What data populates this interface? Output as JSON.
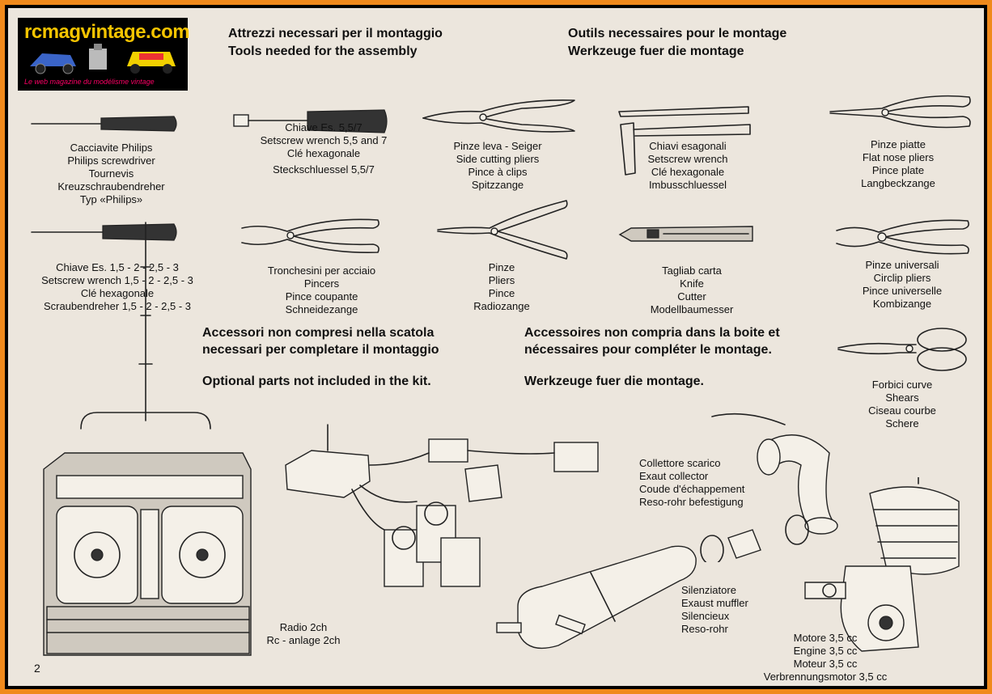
{
  "logo": {
    "site": "rcmagvintage.com",
    "tagline": "Le web magazine du modélisme vintage"
  },
  "headings": {
    "tools_it": "Attrezzi necessari per il montaggio",
    "tools_en": "Tools needed for the assembly",
    "tools_fr": "Outils necessaires pour le montage",
    "tools_de": "Werkzeuge fuer die montage",
    "acc_it_1": "Accessori non compresi nella scatola",
    "acc_it_2": "necessari per completare il montaggio",
    "acc_en": "Optional parts not included in the kit.",
    "acc_fr_1": "Accessoires non compria dans la boite et",
    "acc_fr_2": "nécessaires pour compléter le montage.",
    "acc_de": "Werkzeuge fuer die montage."
  },
  "tools": {
    "phillips": [
      "Cacciavite Philips",
      "Philips screwdriver",
      "Tournevis",
      "Kreuzschraubendreher",
      "Typ «Philips»"
    ],
    "setscrew_55": [
      "Chiave Es. 5,5/7",
      "Setscrew wrench 5,5 and 7",
      "Clé hexagonale",
      "Steckschluessel 5,5/7"
    ],
    "side_cutting": [
      "Pinze leva - Seiger",
      "Side cutting pliers",
      "Pince à clips",
      "Spitzzange"
    ],
    "hex_keys": [
      "Chiavi esagonali",
      "Setscrew wrench",
      "Clé hexagonale",
      "Imbusschluessel"
    ],
    "flat_nose": [
      "Pinze piatte",
      "Flat nose pliers",
      "Pince plate",
      "Langbeckzange"
    ],
    "setscrew_15": [
      "Chiave Es. 1,5 - 2 - 2,5 - 3",
      "Setscrew wrench 1,5 - 2 - 2,5 - 3",
      "Clé hexagonale",
      "Scraubendreher 1,5 - 2 - 2,5 - 3"
    ],
    "pincers": [
      "Tronchesini per acciaio",
      "Pincers",
      "Pince coupante",
      "Schneidezange"
    ],
    "pliers": [
      "Pinze",
      "Pliers",
      "Pince",
      "Radiozange"
    ],
    "knife": [
      "Tagliab carta",
      "Knife",
      "Cutter",
      "Modellbaumesser"
    ],
    "universal": [
      "Pinze universali",
      "Circlip pliers",
      "Pince universelle",
      "Kombizange"
    ],
    "shears": [
      "Forbici curve",
      "Shears",
      "Ciseau courbe",
      "Schere"
    ]
  },
  "parts": {
    "radio": [
      "Radio 2ch",
      "Rc - anlage 2ch"
    ],
    "collector": [
      "Collettore scarico",
      "Exaut collector",
      "Coude d'échappement",
      "Reso-rohr befestigung"
    ],
    "muffler": [
      "Silenziatore",
      "Exaust muffler",
      "Silencieux",
      "Reso-rohr"
    ],
    "engine": [
      "Motore 3,5 cc",
      "Engine 3,5 cc",
      "Moteur 3,5 cc",
      "Verbrennungsmotor 3,5 cc"
    ]
  },
  "page_number": "2"
}
